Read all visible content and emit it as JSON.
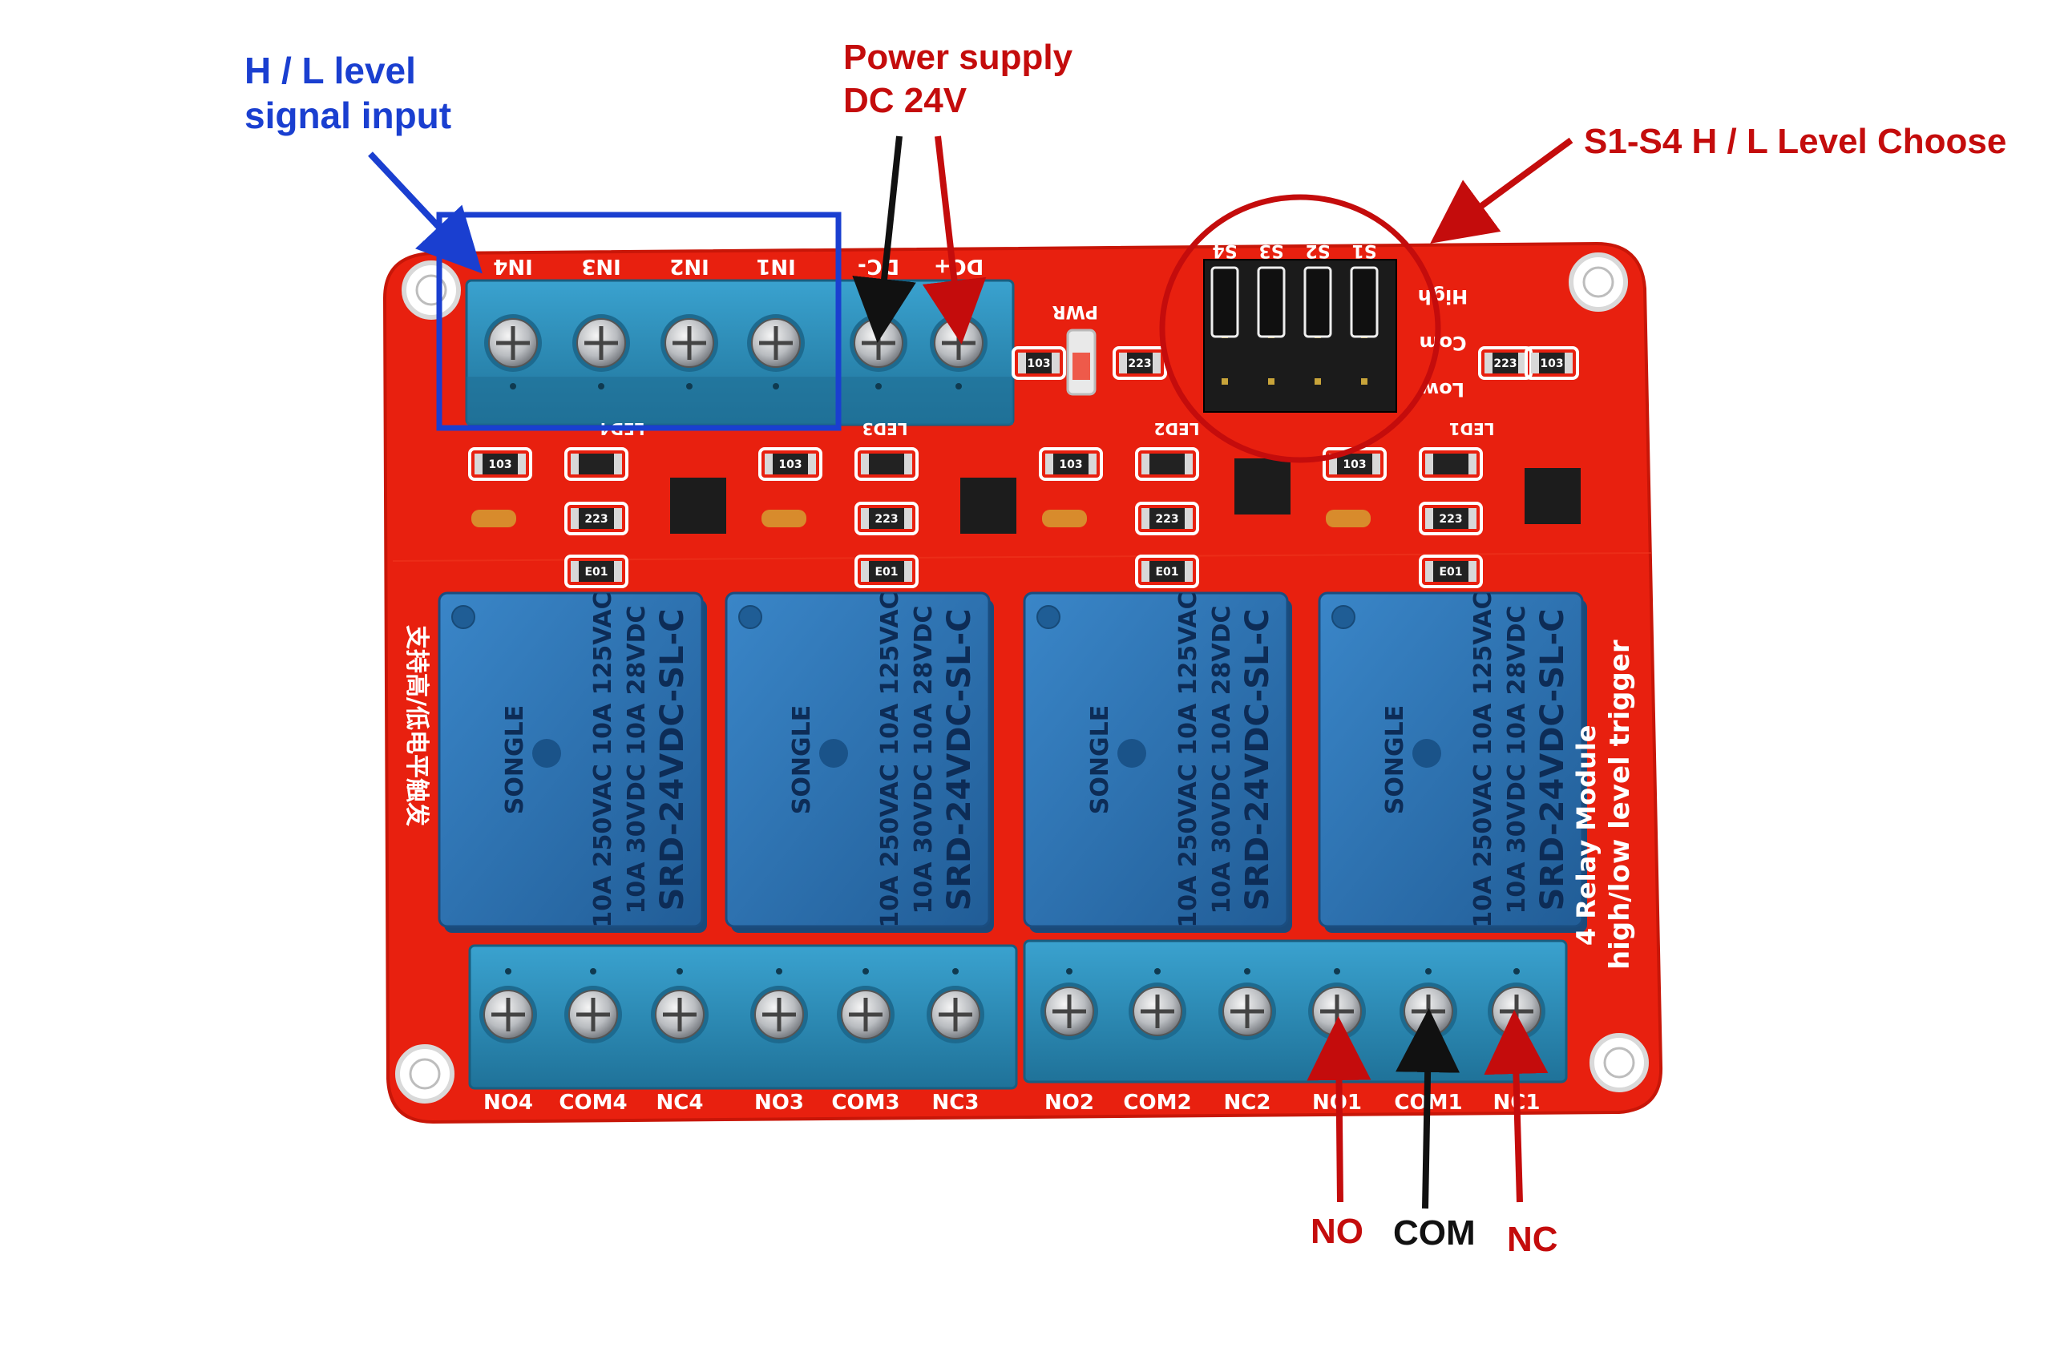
{
  "annotations": {
    "hl_input": [
      "H / L level",
      "signal input"
    ],
    "power": [
      "Power supply",
      "DC 24V"
    ],
    "level_choose": "S1-S4 H / L Level Choose",
    "no": "NO",
    "com": "COM",
    "nc": "NC"
  },
  "board": {
    "input_terminals": [
      "IN4",
      "IN3",
      "IN2",
      "IN1",
      "DC-",
      "DC+"
    ],
    "output_terminals": [
      "NO4",
      "COM4",
      "NC4",
      "NO3",
      "COM3",
      "NC3",
      "NO2",
      "COM2",
      "NC2",
      "NO1",
      "COM1",
      "NC1"
    ],
    "jumper_labels": [
      "S4",
      "S3",
      "S2",
      "S1"
    ],
    "jumper_rows": [
      "High",
      "Com",
      "Low"
    ],
    "pwr_label": "PWR",
    "led_labels": [
      "LED4",
      "LED3",
      "LED2",
      "LED1"
    ],
    "resistor_labels": [
      "103",
      "223",
      "E01"
    ],
    "side_text": [
      "4 Relay Module",
      "high/low level trigger"
    ],
    "chinese_text": "支持高/低电平触发",
    "relay": {
      "brand": "SONGLE",
      "model": "SRD-24VDC-SL-C",
      "rating_1": "10A 250VAC  10A 125VAC",
      "rating_2": "10A  30VDC  10A  28VDC"
    }
  },
  "colors": {
    "pcb": "#e8200f",
    "terminal": "#2a89b8",
    "relay": "#2a6fad",
    "annotation_blue": "#1a3fd0",
    "annotation_red": "#c40c0c"
  }
}
